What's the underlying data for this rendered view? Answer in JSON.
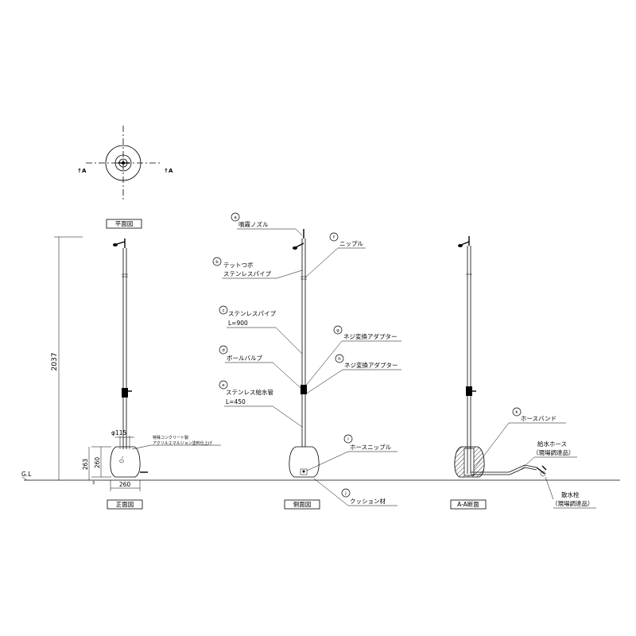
{
  "views": {
    "plan": {
      "label": "平面図",
      "section_marks": [
        "A",
        "A"
      ]
    },
    "front": {
      "label": "正面図"
    },
    "side": {
      "label": "側面図"
    },
    "section": {
      "label": "A-A断面"
    }
  },
  "ground": {
    "label": "G.L"
  },
  "dimensions": {
    "total_height": "2037",
    "pipe_diameter": "φ115",
    "base_height_outer": "263",
    "base_height_inner": "260",
    "base_width": "260",
    "small_offset": "3"
  },
  "front_notes": {
    "line1": "特殊コンクリート製",
    "line2": "アクリルエマルジョン塗料仕上げ"
  },
  "callouts": [
    {
      "id": "a",
      "text": "噴霧ノズル"
    },
    {
      "id": "b",
      "text": "テットつボ",
      "text2": "ステンレスパイプ"
    },
    {
      "id": "c",
      "text": "ステンレスパイプ",
      "text2": "L=900"
    },
    {
      "id": "d",
      "text": "ボールバルブ"
    },
    {
      "id": "e",
      "text": "ステンレス給水管",
      "text2": "L=450"
    },
    {
      "id": "f",
      "text": "ニップル"
    },
    {
      "id": "g",
      "text": "ネジ変換アダプター"
    },
    {
      "id": "h",
      "text": "ネジ変換アダプター"
    },
    {
      "id": "i",
      "text": "ホースニップル"
    },
    {
      "id": "j",
      "text": "クッション材"
    },
    {
      "id": "k",
      "text": "ホースバンド"
    }
  ],
  "section_notes": {
    "hose": "給水ホース",
    "hose_note": "（現場調達品）",
    "faucet": "散水栓",
    "faucet_note": "（現場調達品）"
  }
}
